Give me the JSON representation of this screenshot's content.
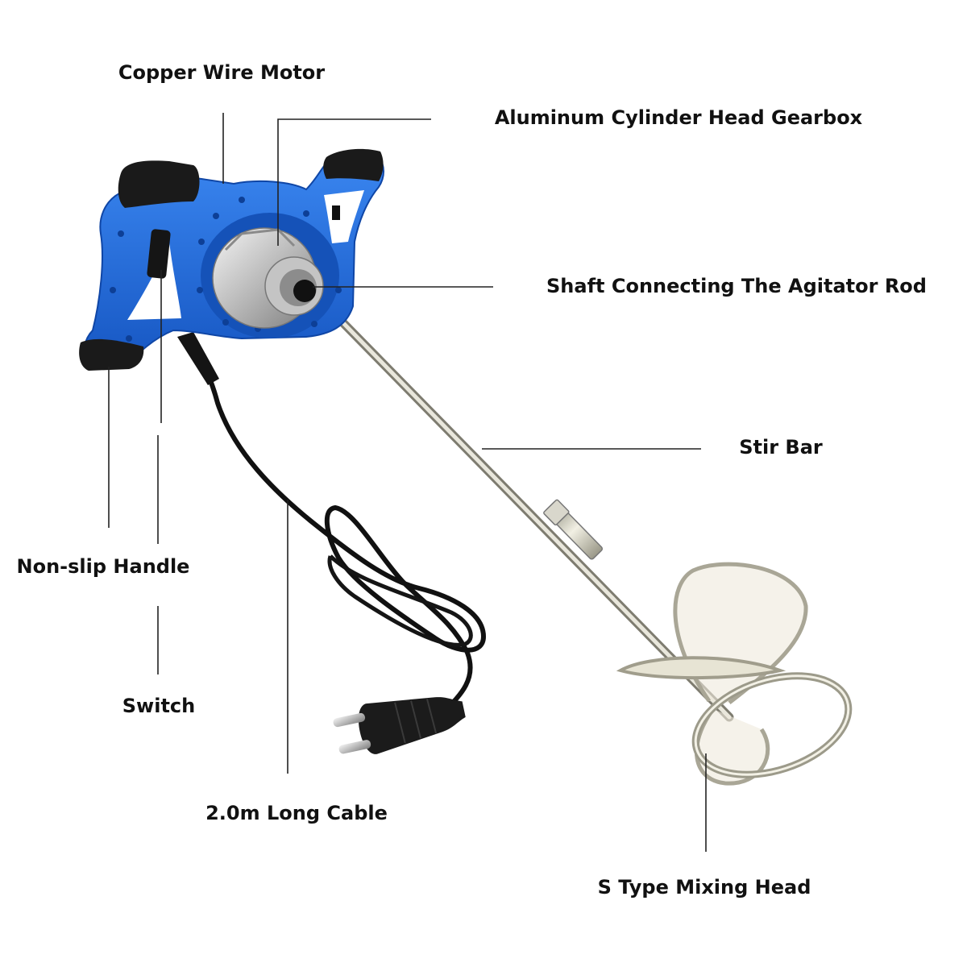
{
  "labels": {
    "copper_wire_motor": "Copper Wire Motor",
    "gearbox": "Aluminum Cylinder Head Gearbox",
    "shaft": "Shaft Connecting The Agitator Rod",
    "stir_bar": "Stir Bar",
    "handle": "Non-slip Handle",
    "switch": "Switch",
    "cable": "2.0m Long Cable",
    "mixing_head": "S Type Mixing Head"
  },
  "colors": {
    "body": "#1f6fe3",
    "body_dark": "#1552b8",
    "rubber": "#1a1a1a",
    "metal": "#c9c9c9",
    "label": "#111111"
  }
}
